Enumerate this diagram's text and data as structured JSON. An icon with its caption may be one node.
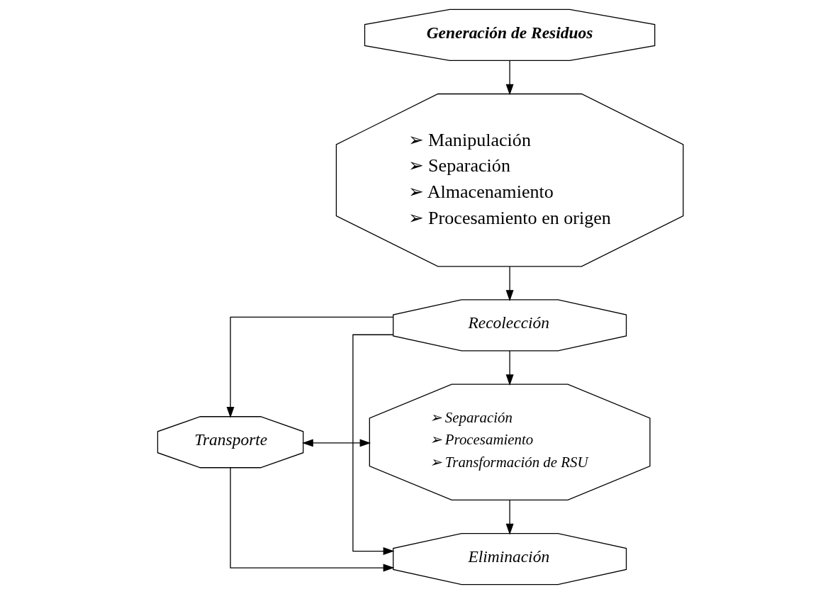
{
  "diagram": {
    "nodes": [
      {
        "text": [
          "Generación de Residuos"
        ]
      },
      {
        "text": [
          "➢ Manipulación",
          "➢ Separación",
          "➢ Almacenamiento",
          "➢ Procesamiento en origen"
        ]
      },
      {
        "text": [
          "Recolección"
        ]
      },
      {
        "text": [
          "Transporte"
        ]
      },
      {
        "text": [
          "➢ Separación",
          "➢ Procesamiento",
          "➢ Transformación de RSU"
        ]
      },
      {
        "text": [
          "Eliminación"
        ]
      }
    ],
    "edges": [
      {
        "from": 0,
        "to": 1,
        "arrow": "to"
      },
      {
        "from": 1,
        "to": 2,
        "arrow": "to"
      },
      {
        "from": 2,
        "to": 3,
        "arrow": "to"
      },
      {
        "from": 2,
        "to": 4,
        "arrow": "to"
      },
      {
        "from": 2,
        "to": 5,
        "arrow": "to"
      },
      {
        "from": 3,
        "to": 4,
        "arrow": "both"
      },
      {
        "from": 3,
        "to": 5,
        "arrow": "to"
      },
      {
        "from": 4,
        "to": 5,
        "arrow": "to"
      }
    ]
  }
}
